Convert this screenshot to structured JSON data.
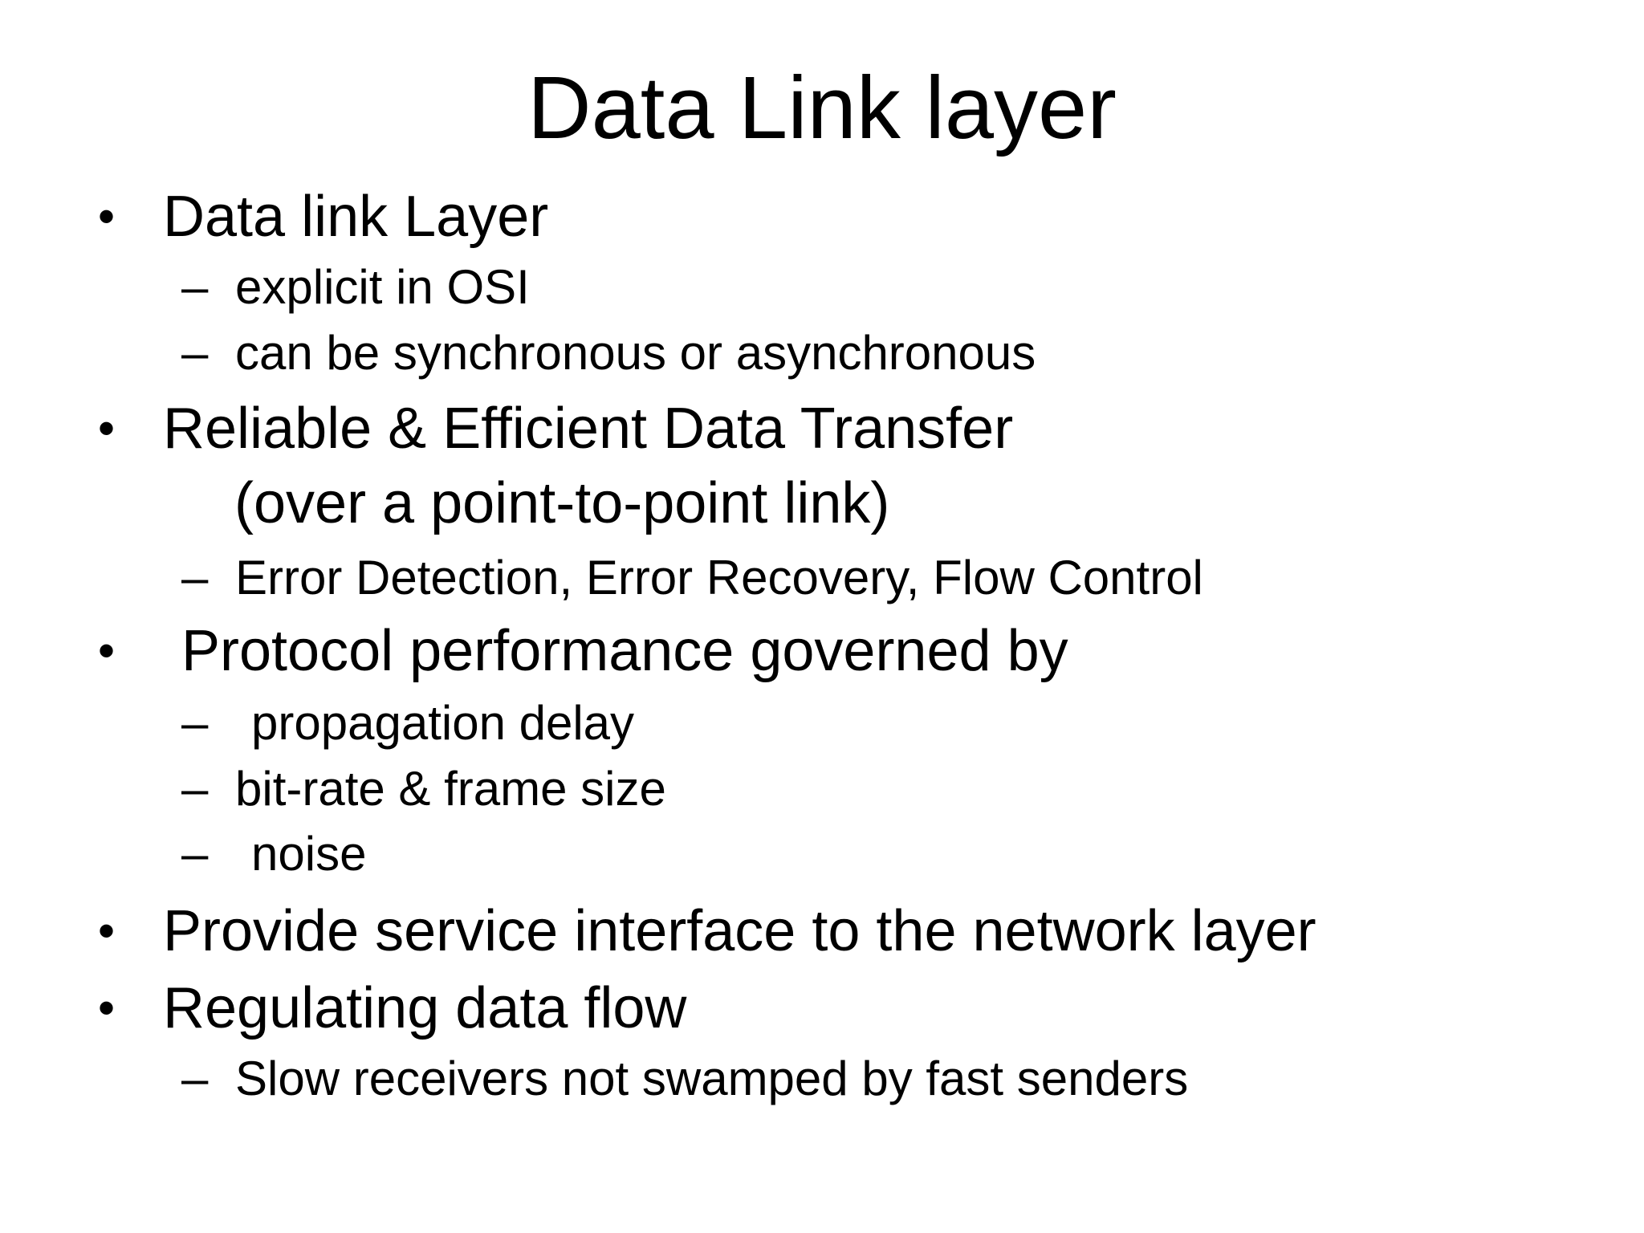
{
  "slide": {
    "title": "Data Link layer",
    "bullet_symbol": "•",
    "dash_symbol": "–",
    "items": [
      {
        "level": 1,
        "text": "Data link Layer"
      },
      {
        "level": 2,
        "text": "explicit in OSI"
      },
      {
        "level": 2,
        "text": "can be synchronous or asynchronous"
      },
      {
        "level": 1,
        "text": "Reliable & Efficient Data Transfer"
      },
      {
        "level": 1,
        "continuation": true,
        "text": "(over a point-to-point link)"
      },
      {
        "level": 2,
        "text": "Error Detection, Error Recovery, Flow Control"
      },
      {
        "level": 1,
        "text": "Protocol performance governed by"
      },
      {
        "level": 2,
        "text": "propagation delay"
      },
      {
        "level": 2,
        "text": "bit-rate & frame size"
      },
      {
        "level": 2,
        "text": "noise"
      },
      {
        "level": 1,
        "text": "Provide service interface to the network layer"
      },
      {
        "level": 1,
        "text": "Regulating data flow"
      },
      {
        "level": 2,
        "text": "Slow receivers not swamped by fast senders"
      }
    ]
  }
}
